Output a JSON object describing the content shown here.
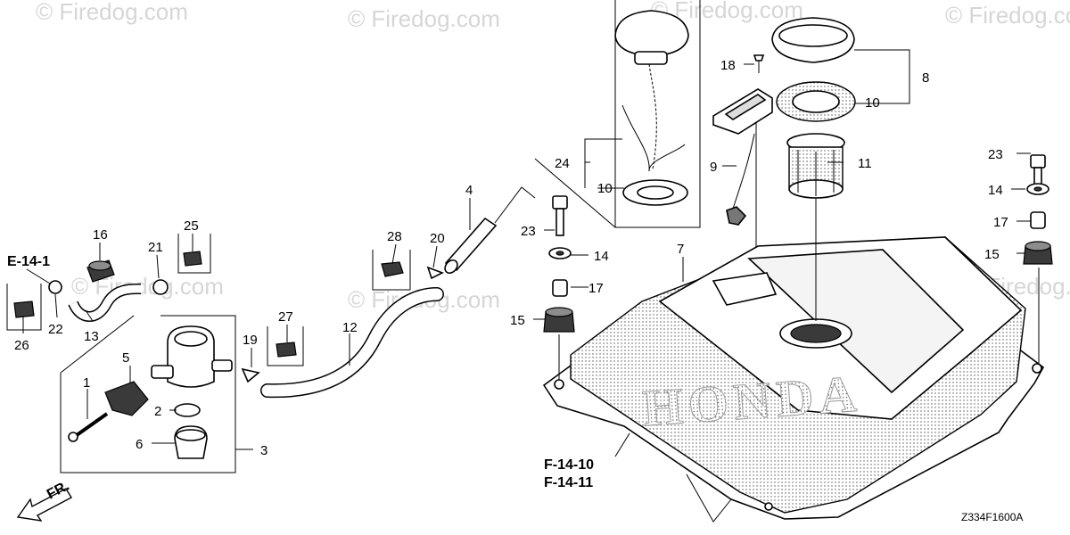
{
  "watermark": "© Firedog.com",
  "diagram_code": "Z334F1600A",
  "cross_refs": {
    "e": "E-14-1",
    "f1": "F-14-10",
    "f2": "F-14-11"
  },
  "front_arrow": "FR.",
  "tank_brand": "HONDA",
  "callouts": {
    "c1": "1",
    "c2": "2",
    "c3": "3",
    "c4": "4",
    "c5": "5",
    "c6": "6",
    "c7": "7",
    "c8": "8",
    "c9": "9",
    "c10a": "10",
    "c10b": "10",
    "c11": "11",
    "c12": "12",
    "c13": "13",
    "c14a": "14",
    "c14b": "14",
    "c15a": "15",
    "c15b": "15",
    "c16": "16",
    "c17a": "17",
    "c17b": "17",
    "c18": "18",
    "c19": "19",
    "c20": "20",
    "c21": "21",
    "c22": "22",
    "c23a": "23",
    "c23b": "23",
    "c24": "24",
    "c25": "25",
    "c26": "26",
    "c27": "27",
    "c28": "28"
  }
}
